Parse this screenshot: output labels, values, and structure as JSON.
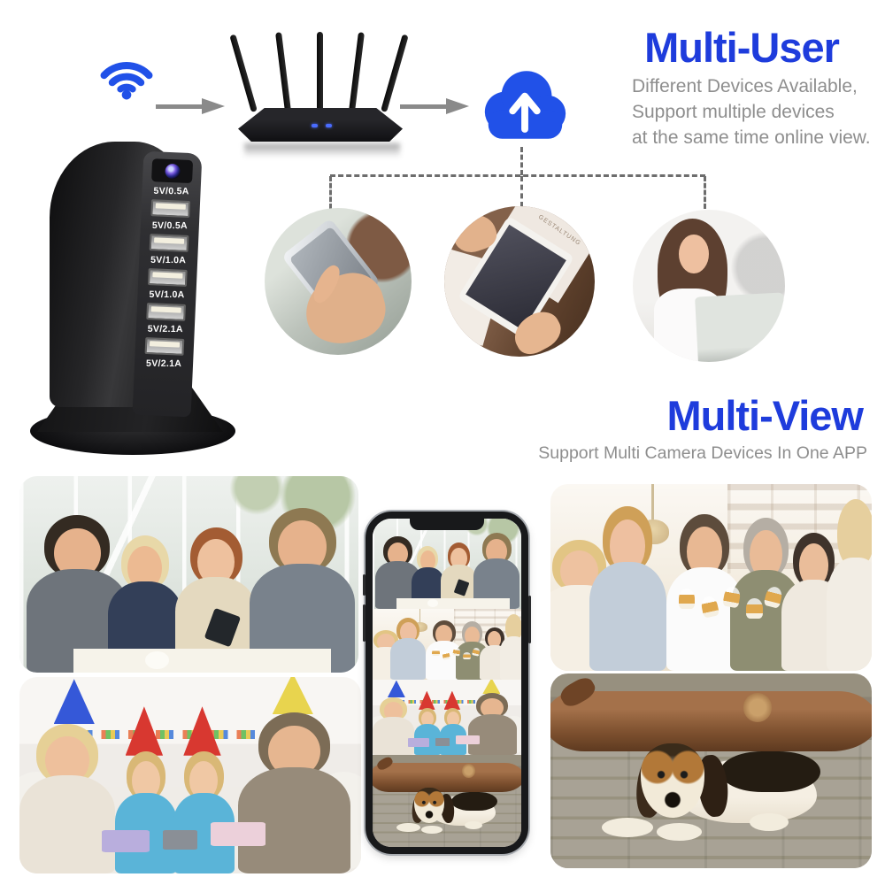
{
  "colors": {
    "heading_blue": "#1e3cdc",
    "icon_blue": "#2151e8",
    "muted_text": "#8e8e8e",
    "arrow_gray": "#8a8a8a",
    "dash_gray": "#6d6d6d",
    "device_black": "#1a1a1c"
  },
  "flow": {
    "wifi_icon": "wifi-signal",
    "router": "black wireless router with five antennas and blue LEDs",
    "cloud_icon": "cloud-upload"
  },
  "multi_user": {
    "title": "Multi-User",
    "lines": [
      "Different Devices Available,",
      "Support multiple devices",
      "at the same time online view."
    ]
  },
  "multi_view": {
    "title": "Multi-View",
    "subtitle": "Support Multi Camera Devices In One APP"
  },
  "charger": {
    "description": "Black USB charging tower with hidden camera lens above five USB ports",
    "port_labels": [
      "5V/0.5A",
      "5V/0.5A",
      "5V/1.0A",
      "5V/1.0A",
      "5V/2.1A",
      "5V/2.1A"
    ]
  },
  "viewers": [
    {
      "name": "smartphone",
      "description": "hand holding a silver smartphone"
    },
    {
      "name": "tablet",
      "description": "hands holding a tablet over a wooden desk with papers",
      "paper_text": "GESTALTUNG"
    },
    {
      "name": "laptop",
      "description": "smiling woman with curly brown hair behind a laptop"
    }
  ],
  "gallery": [
    {
      "name": "family-group-phone",
      "description": "four adults gathered around a smartphone in a bright sunroom"
    },
    {
      "name": "friends-toast",
      "description": "friends toasting with wine glasses at a bright house party"
    },
    {
      "name": "birthday-party",
      "description": "parents and two girls in party hats opening gifts on a white sofa"
    },
    {
      "name": "basset-puppy",
      "description": "basset hound puppy lying on a wooden deck in front of a log"
    },
    {
      "name": "phone-multiview",
      "description": "smartphone screen showing four camera feeds stacked"
    }
  ]
}
